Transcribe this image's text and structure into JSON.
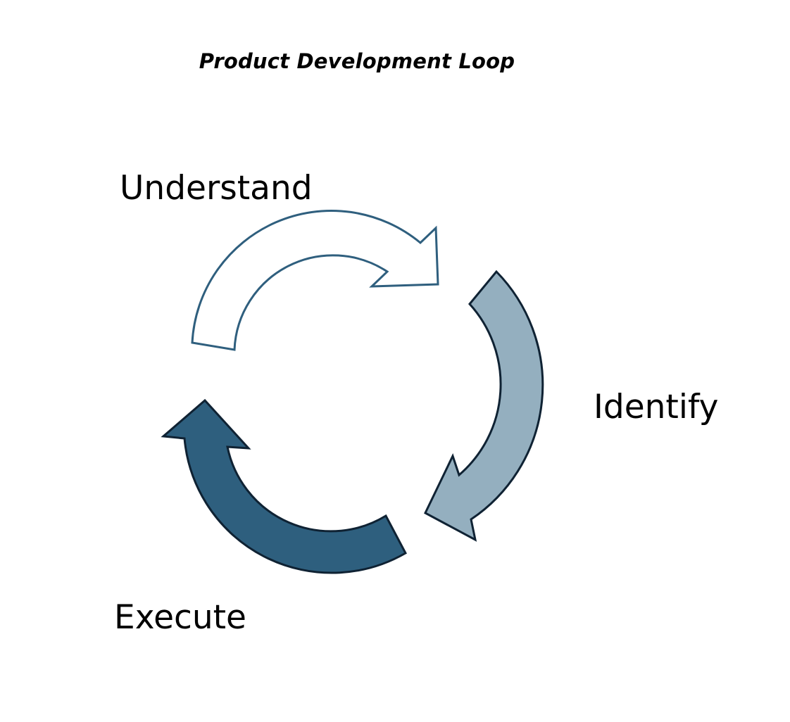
{
  "title": "Product Development Loop",
  "stages": [
    {
      "label": "Understand",
      "fill": "#ffffff",
      "stroke": "#2f5f7e"
    },
    {
      "label": "Identify",
      "fill": "#94afbf",
      "stroke": "#0f2233"
    },
    {
      "label": "Execute",
      "fill": "#2e5f7e",
      "stroke": "#0f2233"
    }
  ]
}
